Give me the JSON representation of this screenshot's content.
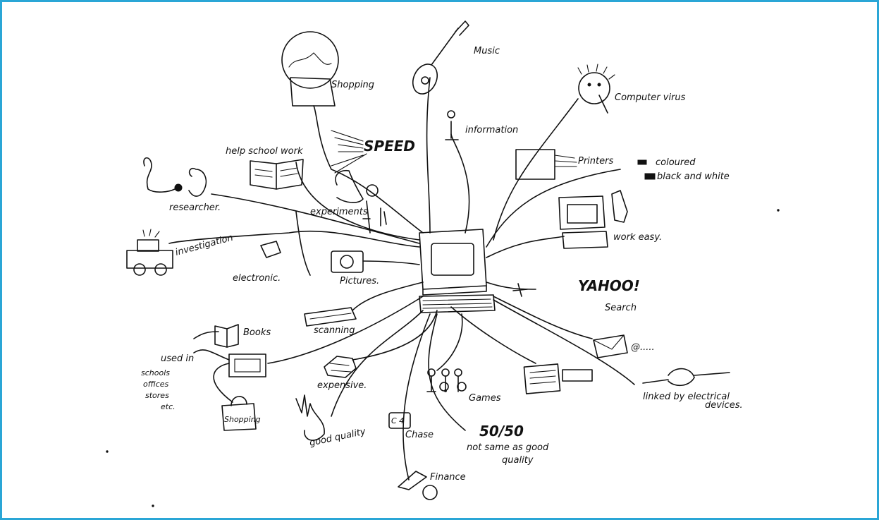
{
  "frame_color": "#2aa6d6",
  "ink_color": "#111111",
  "labels": {
    "shopping": "Shopping",
    "music": "Music",
    "computer_virus": "Computer virus",
    "information": "information",
    "speed": "SPEED",
    "help_school_work": "help school work",
    "printers": "Printers",
    "coloured": "coloured",
    "black_and_white": "black and white",
    "researcher": "researcher.",
    "experiments": "experiments",
    "work_easy": "work easy.",
    "investigation": "investigation",
    "electronic": "electronic.",
    "pictures": "Pictures.",
    "yahoo": "YAHOO!",
    "search": "Search",
    "scanning": "scanning",
    "books": "Books",
    "used_in": "used in",
    "schools": "schools",
    "offices": "offices",
    "stores": "stores",
    "etc": "etc.",
    "expensive": "expensive.",
    "games": "Games",
    "email": "@.....",
    "linked": "linked by electrical",
    "devices": "devices.",
    "good_quality": "good quality",
    "chase": "Chase",
    "fifty_fifty": "50/50",
    "not_same_quality_1": "not same as good",
    "not_same_quality_2": "quality",
    "finance": "Finance",
    "shopping_bag": "Shopping"
  }
}
